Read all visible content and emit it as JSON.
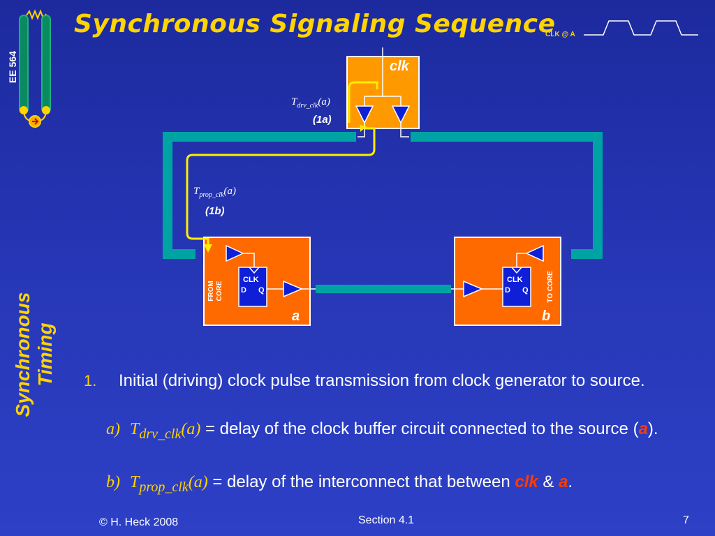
{
  "slide": {
    "title": "Synchronous Signaling Sequence",
    "course": "EE 564",
    "side_title": "Synchronous Timing",
    "clk_waveform_label": "CLK @ A"
  },
  "diagram": {
    "clk_box_label": "clk",
    "box_a_label": "a",
    "box_b_label": "b",
    "ff_clk_label": "CLK",
    "ff_d_label": "D",
    "ff_q_label": "Q",
    "from_core_label": "FROM CORE",
    "to_core_label": "TO CORE",
    "t_drv": {
      "t": "T",
      "sub": "drv_clk",
      "arg": "(a)",
      "num": "(1a)"
    },
    "t_prop": {
      "t": "T",
      "sub": "prop_clk",
      "arg": "(a)",
      "num": "(1b)"
    },
    "colors": {
      "box": "#ff6a00",
      "clk_box": "#ff9900",
      "wire": "#00a3a3",
      "buffer": "#0f1fd8",
      "trace": "#ffee00"
    }
  },
  "content": {
    "item_marker": "1.",
    "item_text": "Initial (driving) clock pulse transmission from clock generator to source.",
    "sub_a": {
      "marker": "a)",
      "t": "T",
      "sub": "drv_clk",
      "arg": "(a)",
      "text_pre": " = delay of the clock buffer circuit connected to the source (",
      "emph": "a",
      "text_post": ")."
    },
    "sub_b": {
      "marker": "b)",
      "t": "T",
      "sub": "prop_clk",
      "arg": "(a)",
      "text_pre": " = delay of the interconnect that between ",
      "emph1": "clk",
      "amp": " & ",
      "emph2": "a",
      "text_post": "."
    }
  },
  "footer": {
    "copyright": "© H. Heck 2008",
    "section": "Section 4.1",
    "page": "7"
  }
}
